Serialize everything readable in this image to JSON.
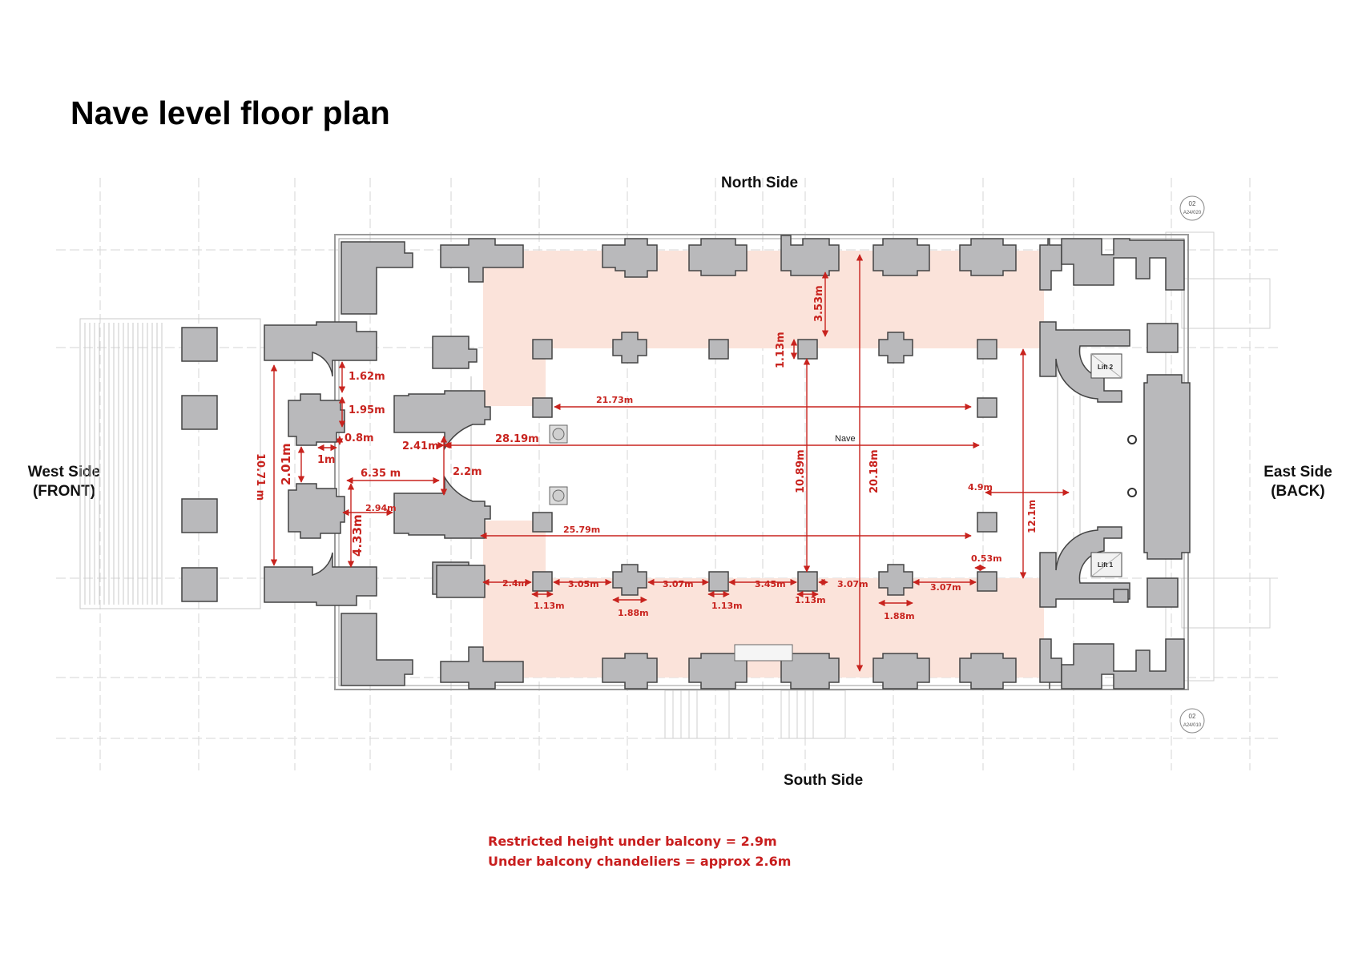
{
  "title": "Nave level floor plan",
  "sides": {
    "north": "North Side",
    "south": "South Side",
    "west": [
      "West Side",
      "(FRONT)"
    ],
    "east": [
      "East Side",
      "(BACK)"
    ]
  },
  "room_labels": {
    "nave": "Nave",
    "lift_1": "Lift 1",
    "lift_2": "Lift 2",
    "grid_ref_top": [
      "02",
      "A24/020"
    ],
    "grid_ref_bottom": [
      "02",
      "A24/010"
    ]
  },
  "dimensions": {
    "d_1_62": "1.62m",
    "d_1_95": "1.95m",
    "d_0_8": "0.8m",
    "d_1": "1m",
    "d_2_41": "2.41m",
    "d_2_2": "2.2m",
    "d_6_35": "6.35 m",
    "d_2_94": "2.94m",
    "d_4_33": "4.33m",
    "d_2_01": "2.01m",
    "d_10_71": "10.71 m",
    "d_21_73": "21.73m",
    "d_28_19": "28.19m",
    "d_25_79": "25.79m",
    "d_3_53": "3.53m",
    "d_1_13_v": "1.13m",
    "d_10_89": "10.89m",
    "d_20_18": "20.18m",
    "d_12_1": "12.1m",
    "d_4_9": "4.9m",
    "d_0_53": "0.53m",
    "d_2_4": "2.4m",
    "d_3_05": "3.05m",
    "d_3_07_a": "3.07m",
    "d_3_45": "3.45m",
    "d_3_07_b": "3.07m",
    "d_3_07_c": "3.07m",
    "d_1_13_a": "1.13m",
    "d_1_88_a": "1.88m",
    "d_1_13_b": "1.13m",
    "d_1_13_c": "1.13m",
    "d_1_88_b": "1.88m"
  },
  "notes": [
    "Restricted height under balcony = 2.9m",
    "Under balcony chandeliers = approx 2.6m"
  ],
  "colors": {
    "wall_fill": "#b9b9bb",
    "balcony_tint": "#fbe3da",
    "dimension_red": "#c8231e",
    "grid_line": "#d6d6d6"
  }
}
